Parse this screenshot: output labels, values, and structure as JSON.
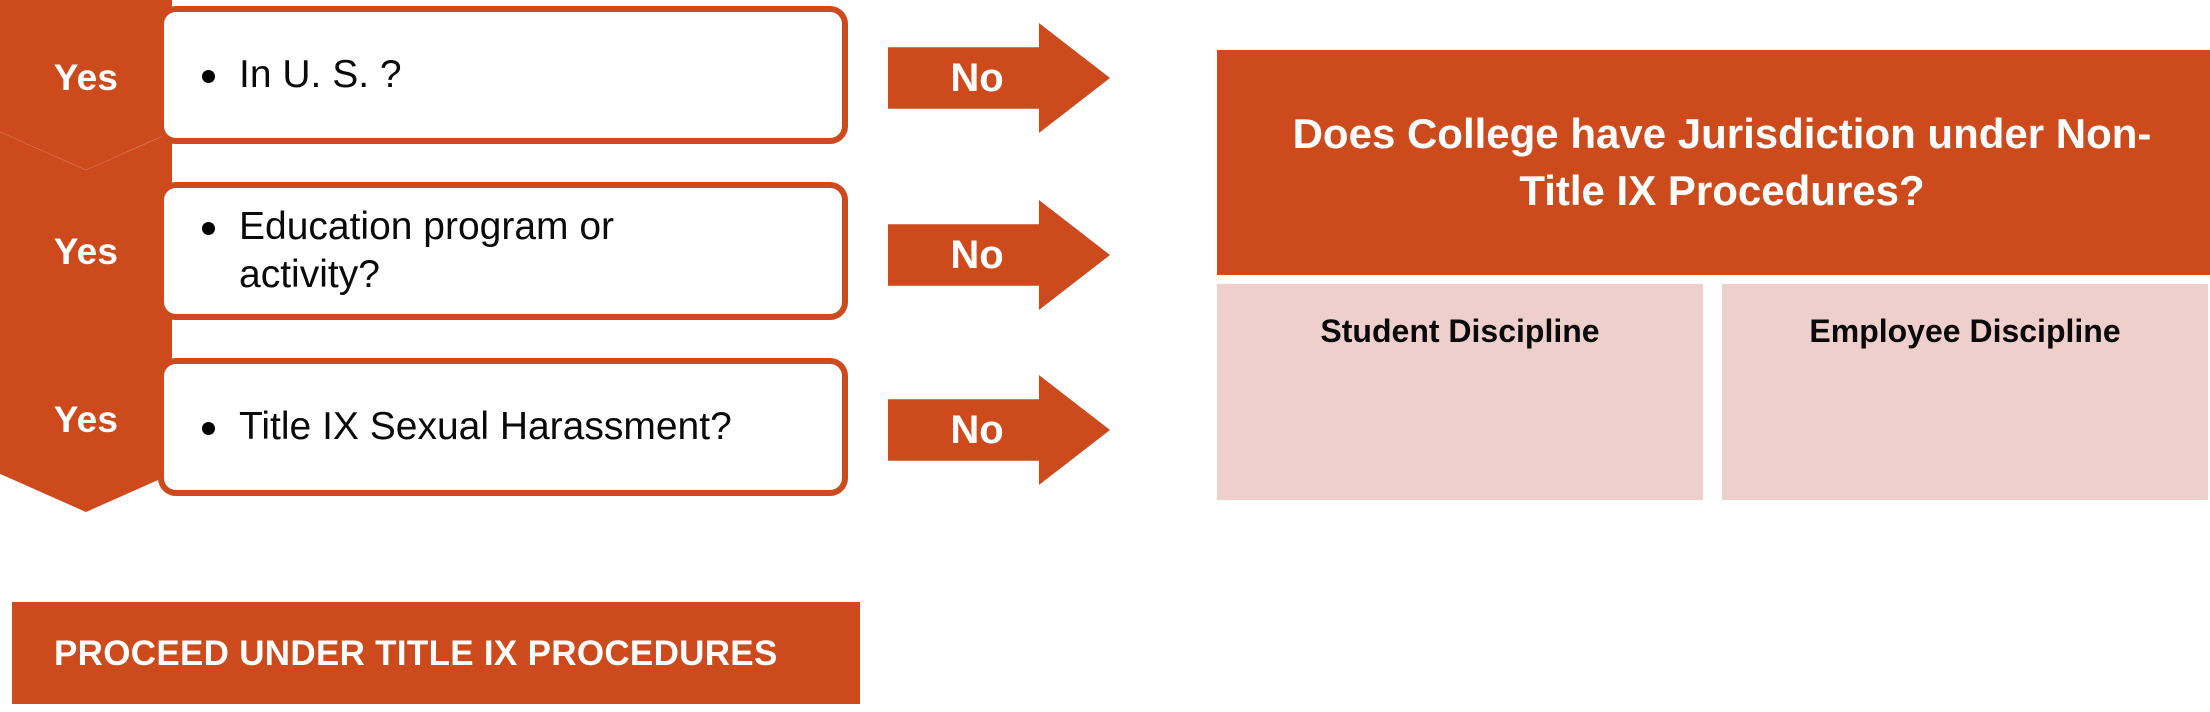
{
  "diagram": {
    "title": "Title IX Jurisdiction Decision Flowchart",
    "colors": {
      "orange": "#CC4A1C",
      "pink": "#EFCFCC",
      "white": "#FFFFFF",
      "text_dark": "#0A0A0A"
    }
  },
  "yes_path": {
    "steps": [
      {
        "label": "Yes"
      },
      {
        "label": "Yes"
      },
      {
        "label": "Yes"
      }
    ]
  },
  "questions": [
    {
      "bullet": "•",
      "text": "In U. S. ?"
    },
    {
      "bullet": "•",
      "text": "Education program or activity?"
    },
    {
      "bullet": "•",
      "text": "Title IX Sexual Harassment?"
    }
  ],
  "no_path": {
    "arrows": [
      {
        "label": "No"
      },
      {
        "label": "No"
      },
      {
        "label": "No"
      }
    ]
  },
  "jurisdiction": {
    "header": "Does College have Jurisdiction under Non-Title IX Procedures?",
    "outcomes": [
      {
        "label": "Student Discipline"
      },
      {
        "label": "Employee Discipline"
      }
    ]
  },
  "proceed": {
    "label": "PROCEED UNDER TITLE IX PROCEDURES"
  }
}
